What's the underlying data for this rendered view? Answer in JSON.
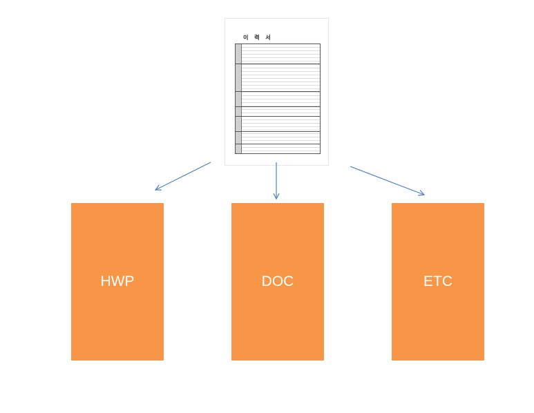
{
  "source_document": {
    "title": "이 력 서",
    "icon": "resume-form-thumbnail"
  },
  "targets": [
    {
      "label": "HWP"
    },
    {
      "label": "DOC"
    },
    {
      "label": "ETC"
    }
  ],
  "colors": {
    "box_fill": "#F79646",
    "arrow": "#4F81BD",
    "label": "#FFFFFF"
  }
}
